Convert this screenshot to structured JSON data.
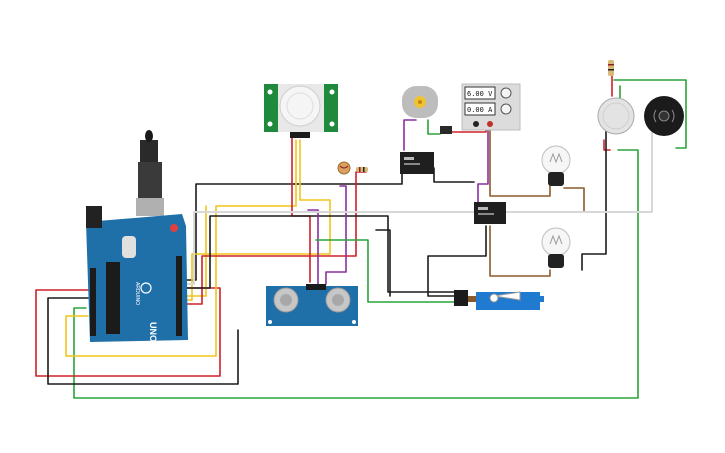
{
  "power_supply": {
    "voltage": "6.00 V",
    "current": "0.00 A"
  },
  "arduino": {
    "model": "UNO",
    "brand": "ARDUINO"
  },
  "colors": {
    "wire_black": "#1b1b1b",
    "wire_red": "#d0202a",
    "wire_yellow": "#f0c419",
    "wire_green": "#2aa33a",
    "wire_purple": "#8a2fa0",
    "wire_brown": "#8a5a2b",
    "wire_white": "#e8e8e8",
    "board_blue": "#1f6fa8",
    "pcb_green": "#1f8a3c"
  },
  "icons": [
    "arduino-board",
    "pir-sensor",
    "dc-motor",
    "power-supply",
    "relay",
    "photoresistor",
    "resistor",
    "light-bulb",
    "ultrasonic-sensor",
    "servo-motor",
    "buzzer",
    "potentiometer"
  ]
}
